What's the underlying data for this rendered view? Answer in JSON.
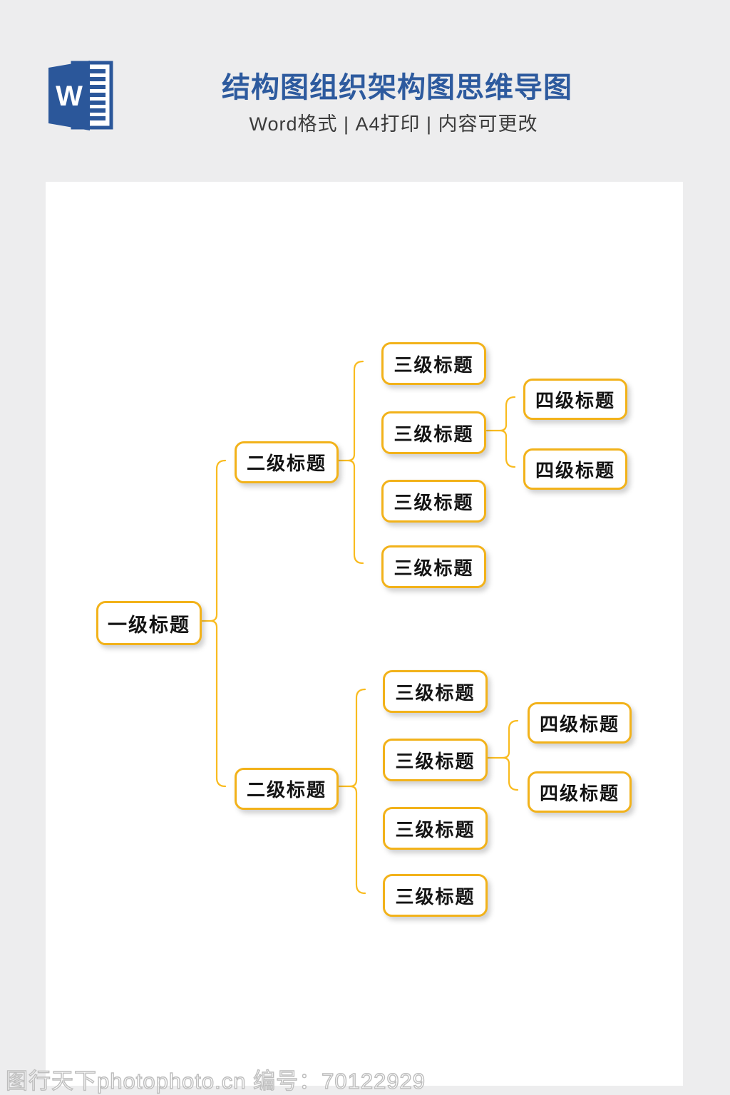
{
  "header": {
    "icon": {
      "name": "word-icon",
      "letter": "W",
      "color": "#2b579a"
    },
    "title": "结构图组织架构图思维导图",
    "title_color": "#2d5a9e",
    "subtitle": "Word格式 | A4打印 | 内容可更改"
  },
  "diagram": {
    "accent_border_color": "#f2b21a",
    "accent_line_color": "#f9bb1f",
    "labels": {
      "level1": "一级标题",
      "level2": "二级标题",
      "level3": "三级标题",
      "level4": "四级标题"
    },
    "tree": {
      "root": "一级标题",
      "children": [
        {
          "label": "二级标题",
          "children": [
            {
              "label": "三级标题"
            },
            {
              "label": "三级标题",
              "children": [
                {
                  "label": "四级标题"
                },
                {
                  "label": "四级标题"
                }
              ]
            },
            {
              "label": "三级标题"
            },
            {
              "label": "三级标题"
            }
          ]
        },
        {
          "label": "二级标题",
          "children": [
            {
              "label": "三级标题"
            },
            {
              "label": "三级标题",
              "children": [
                {
                  "label": "四级标题"
                },
                {
                  "label": "四级标题"
                }
              ]
            },
            {
              "label": "三级标题"
            },
            {
              "label": "三级标题"
            }
          ]
        }
      ]
    }
  },
  "watermark": {
    "text": "图行天下photophoto.cn 编号：70122929"
  }
}
